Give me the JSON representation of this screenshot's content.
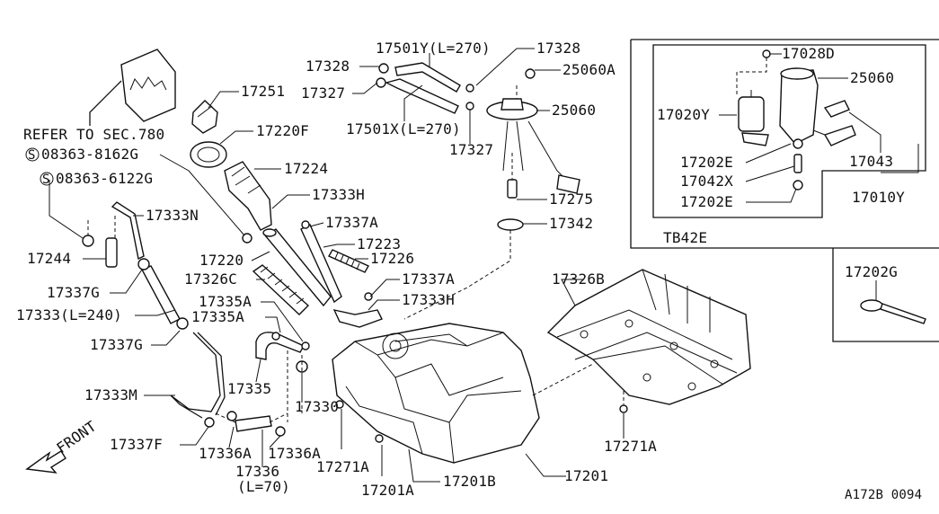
{
  "labels": {
    "p17501Y": "17501Y(L=270)",
    "p17328_top": "17328",
    "p17328_left": "17328",
    "p17327_left": "17327",
    "p25060A": "25060A",
    "p25060_mid": "25060",
    "p17501X": "17501X(L=270)",
    "p17327_mid": "17327",
    "p17251": "17251",
    "p17220F": "17220F",
    "p17224": "17224",
    "refer": "REFER TO SEC.780",
    "p08363_8162G": "08363-8162G",
    "p08363_6122G": "08363-6122G",
    "p17333N": "17333N",
    "p17333H_top": "17333H",
    "p17337A_top": "17337A",
    "p17223": "17223",
    "p17226": "17226",
    "p17244": "17244",
    "p17220": "17220",
    "p17326C": "17326C",
    "p17337A_mid": "17337A",
    "p17333H_mid": "17333H",
    "p17337G_top": "17337G",
    "p17333L240": "17333(L=240)",
    "p17335A_1": "17335A",
    "p17335A_2": "17335A",
    "p17337G_bot": "17337G",
    "p17275": "17275",
    "p17342": "17342",
    "p17326B": "17326B",
    "p17335": "17335",
    "p17330": "17330",
    "p17333M": "17333M",
    "p17337F": "17337F",
    "p17336A_1": "17336A",
    "p17336A_2": "17336A",
    "p17336": "17336",
    "p17336L70": "(L=70)",
    "p17271A_left": "17271A",
    "p17271A_right": "17271A",
    "p17201A": "17201A",
    "p17201B": "17201B",
    "p17201": "17201",
    "front": "FRONT",
    "p17028D": "17028D",
    "p25060_box": "25060",
    "p17020Y": "17020Y",
    "p17202E_1": "17202E",
    "p17042X": "17042X",
    "p17202E_2": "17202E",
    "p17043": "17043",
    "p17010Y": "17010Y",
    "tb42e": "TB42E",
    "p17202G": "17202G",
    "ref_code": "A172B 0094"
  }
}
